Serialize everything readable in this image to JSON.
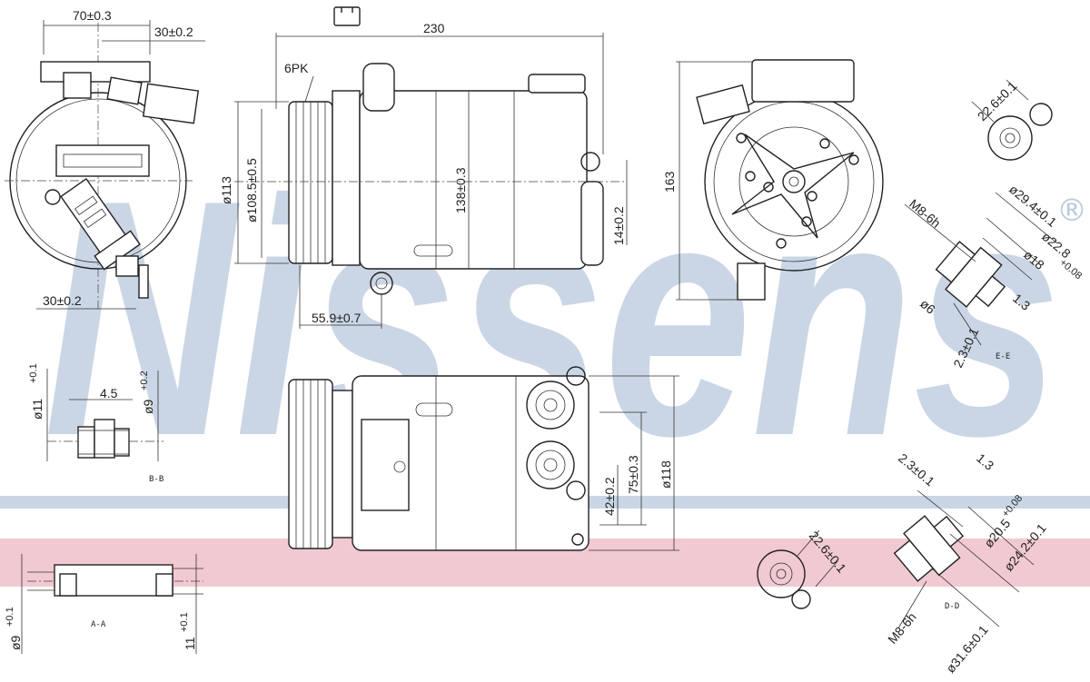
{
  "brand": {
    "watermark": "Nissens",
    "registered": "®",
    "watermark_color": "#b9c9dd",
    "band_blue": "#c9d6e6",
    "band_pink": "#f1c9d0"
  },
  "top_left_view": {
    "dim_width": "70±0.3",
    "dim_offset_top": "30±0.2",
    "dim_offset_bottom": "30±0.2"
  },
  "side_view": {
    "connector_icon": "electrical-connector-icon",
    "dim_length": "230",
    "pulley_label": "6PK",
    "dim_dia_113": "ø113",
    "dim_dia_108": "ø108.5±0.5",
    "dim_138": "138±0.3",
    "dim_14": "14±0.2",
    "dim_55": "55.9±0.7"
  },
  "front_view": {
    "dim_height": "163"
  },
  "top_right_port": {
    "dim_22": "22.6±0.1"
  },
  "section_ee": {
    "thread": "M8-6h",
    "dim_29": "ø29.4±0.1",
    "dim_22": "ø22.8",
    "dim_18": "ø18",
    "dim_18_tol": "+0.08",
    "dim_6": "ø6",
    "dim_13": "1.3",
    "dim_23": "2.3±0.1",
    "label": "E-E"
  },
  "section_bb": {
    "dim_11": "ø11",
    "dim_11_tol": "+0.1",
    "dim_45": "4.5",
    "dim_9": "ø9",
    "dim_9_tol": "+0.2",
    "label": "B-B"
  },
  "bottom_view": {
    "dim_118": "ø118",
    "dim_75": "75±0.3",
    "dim_42": "42±0.2"
  },
  "section_aa": {
    "label": "A-A",
    "dim_9": "ø9",
    "dim_9_tol": "+0.1",
    "dim_11": "11",
    "dim_11_tol": "+0.1"
  },
  "bottom_right_port": {
    "dim_22": "22.6±0.1"
  },
  "section_dd": {
    "dim_23": "2.3±0.1",
    "dim_13": "1.3",
    "dim_20": "ø20.5",
    "dim_20_tol": "+0.08",
    "dim_24": "ø24.2±0.1",
    "thread": "M8-6h",
    "label": "D-D",
    "dim_31": "ø31.6±0.1"
  }
}
